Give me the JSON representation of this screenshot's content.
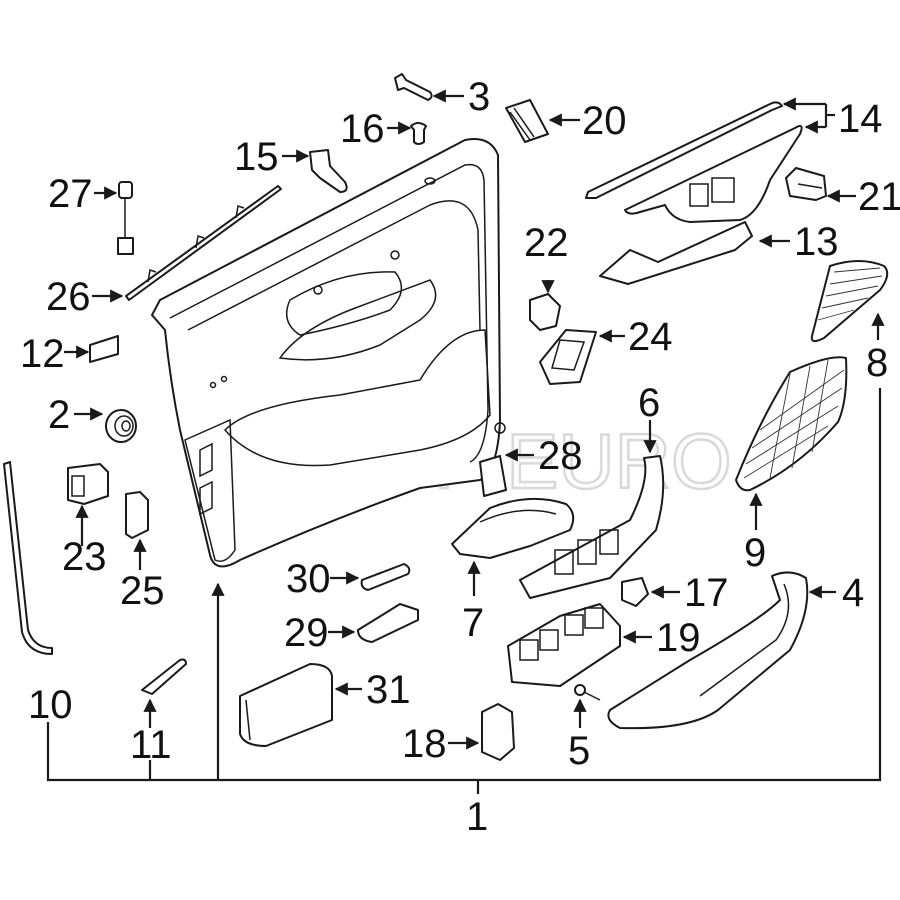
{
  "diagram": {
    "title": "Front Door Interior Trim Components",
    "watermark": {
      "text": "FCP EURO",
      "mark": "®"
    },
    "assembly_label": "1",
    "callouts": [
      {
        "id": "3",
        "label": "3",
        "part": "trim-clip-pin"
      },
      {
        "id": "20",
        "label": "20",
        "part": "switch-bezel-cover"
      },
      {
        "id": "16",
        "label": "16",
        "part": "grommet-nut"
      },
      {
        "id": "14",
        "label": "14",
        "part": "upper-trim-panel-and-strip"
      },
      {
        "id": "15",
        "label": "15",
        "part": "door-pull-actuator"
      },
      {
        "id": "27",
        "label": "27",
        "part": "wiring-sensor"
      },
      {
        "id": "21",
        "label": "21",
        "part": "mirror-switch"
      },
      {
        "id": "22",
        "label": "22",
        "part": "rotary-switch"
      },
      {
        "id": "13",
        "label": "13",
        "part": "trim-strip"
      },
      {
        "id": "26",
        "label": "26",
        "part": "window-seal-strip"
      },
      {
        "id": "24",
        "label": "24",
        "part": "window-switch-single"
      },
      {
        "id": "8",
        "label": "8",
        "part": "upper-speaker-grille"
      },
      {
        "id": "12",
        "label": "12",
        "part": "label-pad"
      },
      {
        "id": "2",
        "label": "2",
        "part": "clip-fastener"
      },
      {
        "id": "6",
        "label": "6",
        "part": "switch-panel-bezel"
      },
      {
        "id": "28",
        "label": "28",
        "part": "connector-clip"
      },
      {
        "id": "9",
        "label": "9",
        "part": "speaker-grille"
      },
      {
        "id": "23",
        "label": "23",
        "part": "lamp-socket"
      },
      {
        "id": "25",
        "label": "25",
        "part": "cover-cap"
      },
      {
        "id": "30",
        "label": "30",
        "part": "courtesy-lamp-lens"
      },
      {
        "id": "7",
        "label": "7",
        "part": "armrest-tray"
      },
      {
        "id": "17",
        "label": "17",
        "part": "lock-switch"
      },
      {
        "id": "4",
        "label": "4",
        "part": "pull-handle"
      },
      {
        "id": "29",
        "label": "29",
        "part": "courtesy-lamp"
      },
      {
        "id": "19",
        "label": "19",
        "part": "master-window-switch"
      },
      {
        "id": "10",
        "label": "10",
        "part": "edge-seal"
      },
      {
        "id": "31",
        "label": "31",
        "part": "control-module"
      },
      {
        "id": "11",
        "label": "11",
        "part": "trim-insert"
      },
      {
        "id": "18",
        "label": "18",
        "part": "single-window-switch"
      },
      {
        "id": "5",
        "label": "5",
        "part": "screw"
      }
    ]
  }
}
